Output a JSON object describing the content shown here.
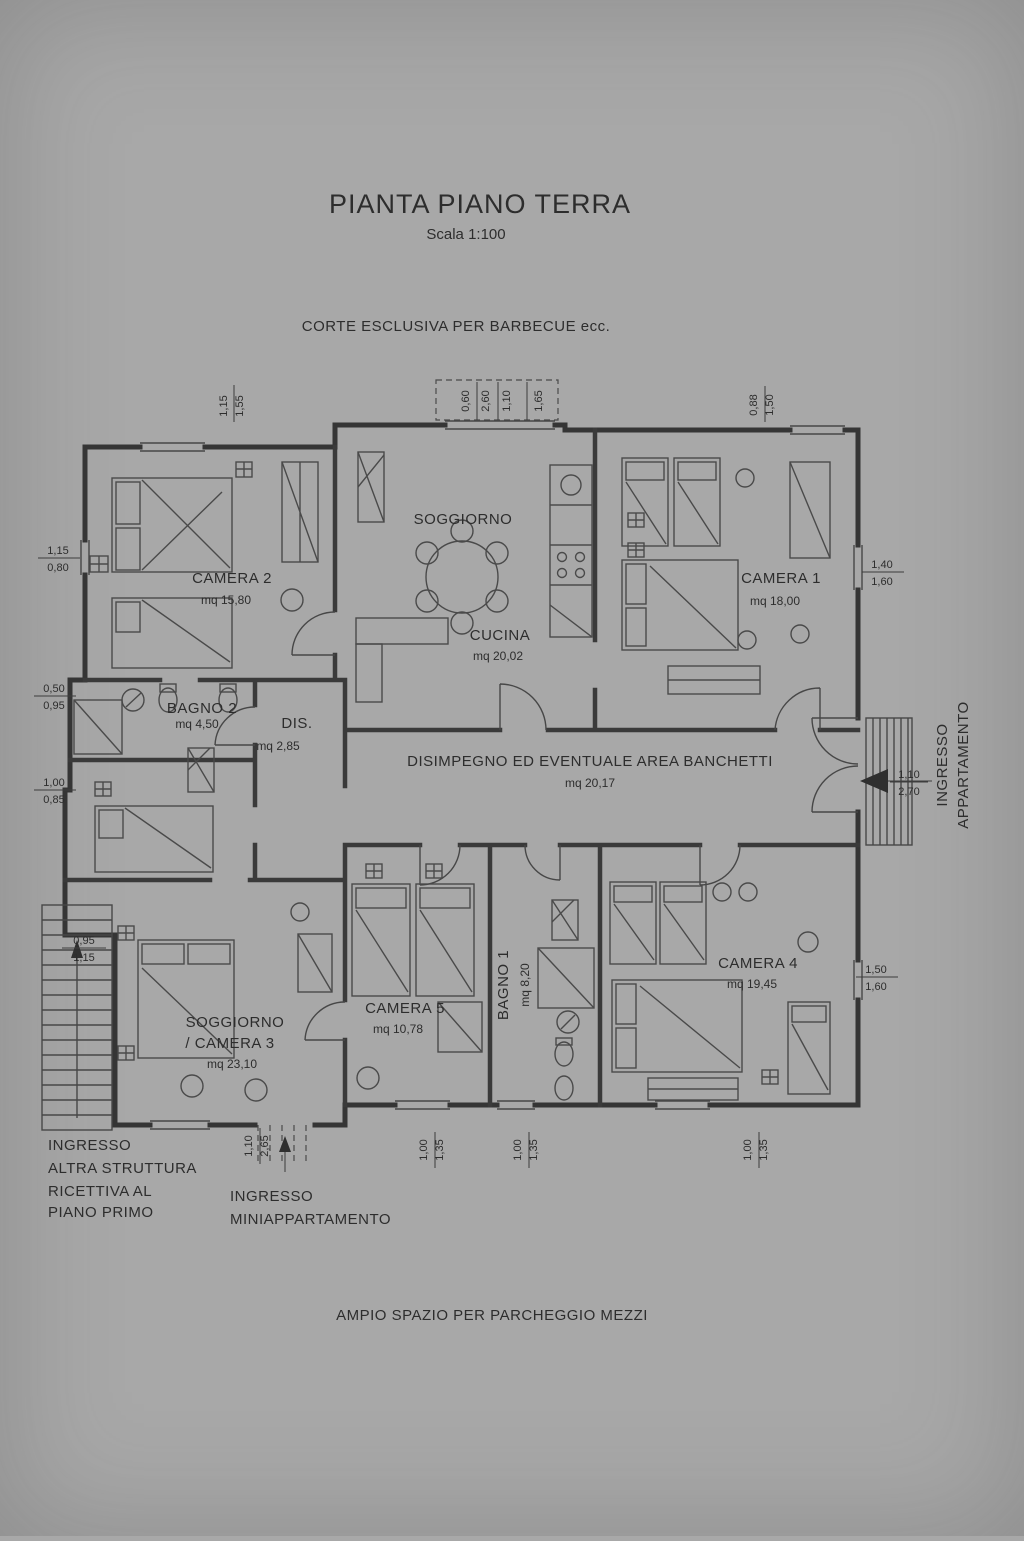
{
  "header": {
    "title": "PIANTA PIANO TERRA",
    "scale": "Scala 1:100"
  },
  "notes": {
    "courtyard": "CORTE ESCLUSIVA PER BARBECUE ecc.",
    "parking": "AMPIO SPAZIO PER PARCHEGGIO MEZZI"
  },
  "rooms": {
    "soggiorno": {
      "name": "SOGGIORNO"
    },
    "cucina": {
      "name": "CUCINA",
      "area": "mq 20,02"
    },
    "camera1": {
      "name": "CAMERA 1",
      "area": "mq 18,00"
    },
    "camera2": {
      "name": "CAMERA 2",
      "area": "mq 15,80"
    },
    "bagno2": {
      "name": "BAGNO 2",
      "area": "mq 4,50"
    },
    "dis": {
      "name": "DIS.",
      "area": "mq 2,85"
    },
    "disimpegno": {
      "name": "DISIMPEGNO ED EVENTUALE AREA BANCHETTI",
      "area": "mq 20,17"
    },
    "camera5": {
      "name": "CAMERA 5",
      "area": "mq 10,78"
    },
    "bagno1": {
      "name": "BAGNO 1",
      "area": "mq 8,20"
    },
    "camera4": {
      "name": "CAMERA 4",
      "area": "mq 19,45"
    },
    "camera3": {
      "name_line1": "SOGGIORNO",
      "name_line2": "/ CAMERA 3",
      "area": "mq 23,10"
    }
  },
  "entrances": {
    "apartment": [
      "INGRESSO",
      "APPARTAMENTO"
    ],
    "other_structure": [
      "INGRESSO",
      "ALTRA STRUTTURA",
      "RICETTIVA AL",
      "PIANO PRIMO"
    ],
    "mini_apartment": [
      "INGRESSO",
      "MINIAPPARTAMENTO"
    ]
  },
  "dims": {
    "top_left": [
      "1,15",
      "1,55"
    ],
    "top_mid": [
      "0,60",
      "2,60",
      "1,10",
      "1,65"
    ],
    "top_right": [
      "0,88",
      "1,50"
    ],
    "left_upper": [
      "1,15",
      "0,80"
    ],
    "left_mid": [
      "0,50",
      "0,95"
    ],
    "left_lower": [
      "1,00",
      "0,85"
    ],
    "left_bottom": [
      "0,95",
      "1,15"
    ],
    "right_upper": [
      "1,40",
      "1,60"
    ],
    "right_entrance": [
      "1,10",
      "2,70"
    ],
    "right_lower": [
      "1,50",
      "1,60"
    ],
    "bottom_left": [
      "1,10",
      "2,65"
    ],
    "bottom_a": [
      "1,00",
      "1,35"
    ],
    "bottom_b": [
      "1,00",
      "1,35"
    ],
    "bottom_c": [
      "1,00",
      "1,35"
    ]
  },
  "colors": {
    "paper": "#a8a8a8",
    "ink": "#2d2d2d"
  }
}
